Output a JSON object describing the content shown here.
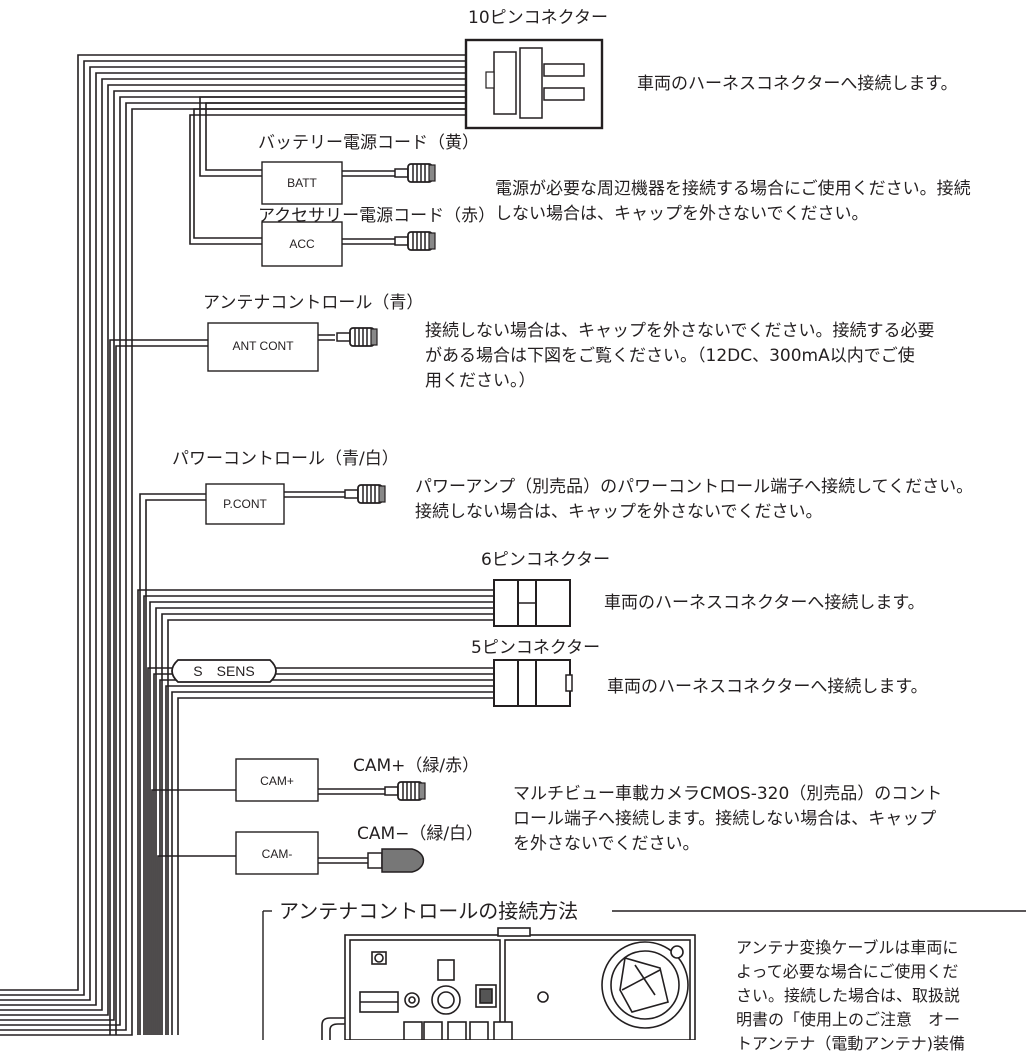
{
  "title_10pin": "10ピンコネクター",
  "desc_10pin": "車両のハーネスコネクターへ接続します。",
  "batt_cord_label": "バッテリー電源コード（黄）",
  "batt_tag": "BATT",
  "power_desc_line1": "電源が必要な周辺機器を接続する場合にご使用ください。接続",
  "power_desc_line2": "しない場合は、キャップを外さないでください。",
  "acc_cord_label": "アクセサリー電源コード（赤）",
  "acc_tag": "ACC",
  "ant_cont_label": "アンテナコントロール（青）",
  "ant_cont_tag": "ANT CONT",
  "ant_cont_desc_line1": "接続しない場合は、キャップを外さないでください。接続する必要",
  "ant_cont_desc_line2": "がある場合は下図をご覧ください。（12DC、300mA以内でご使",
  "ant_cont_desc_line3": "用ください。）",
  "p_cont_label": "パワーコントロール（青/白）",
  "p_cont_tag": "P.CONT",
  "p_cont_desc_line1": "パワーアンプ（別売品）のパワーコントロール端子へ接続してください。",
  "p_cont_desc_line2": "接続しない場合は、キャップを外さないでください。",
  "title_6pin": "6ピンコネクター",
  "desc_6pin": "車両のハーネスコネクターへ接続します。",
  "title_5pin": "5ピンコネクター",
  "s_sens_tag": "S　SENS",
  "desc_5pin": "車両のハーネスコネクターへ接続します。",
  "cam_plus_tag": "CAM+",
  "cam_plus_label": "CAM+（緑/赤）",
  "cam_desc_line1": "マルチビュー車載カメラCMOS-320（別売品）のコント",
  "cam_desc_line2": "ロール端子へ接続します。接続しない場合は、キャップ",
  "cam_desc_line3": "を外さないでください。",
  "cam_minus_tag": "CAM-",
  "cam_minus_label": "CAM−（緑/白）",
  "antenna_section_title": "アンテナコントロールの接続方法",
  "antenna_desc_line1": "アンテナ変換ケーブルは車両に",
  "antenna_desc_line2": "よって必要な場合にご使用くだ",
  "antenna_desc_line3": "さい。接続した場合は、取扱説",
  "antenna_desc_line4": "明書の「使用上のご注意　オー",
  "antenna_desc_line5": "トアンテナ（電動アンテナ)装備"
}
